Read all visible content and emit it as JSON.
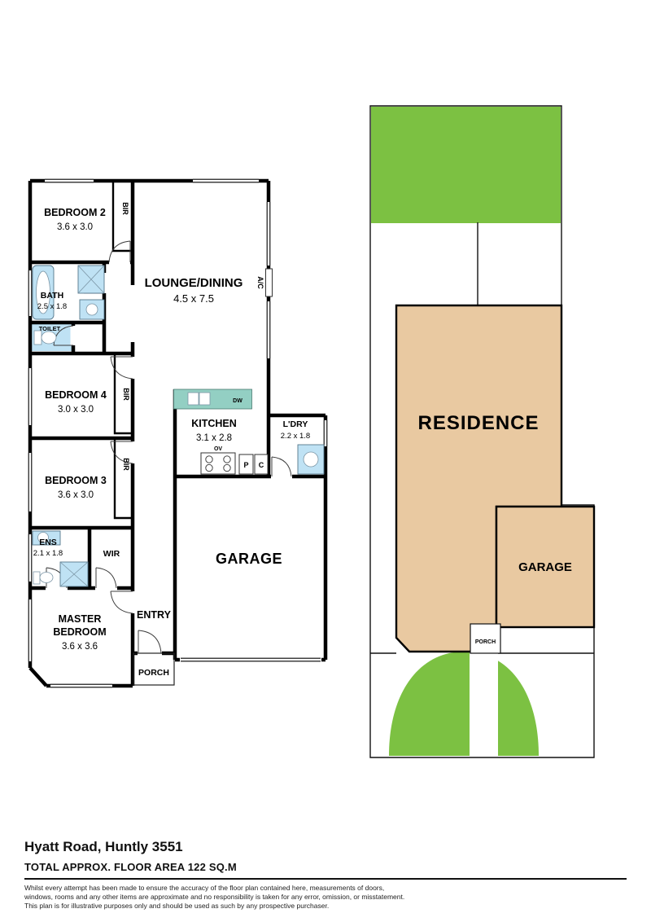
{
  "rooms": {
    "bedroom2": {
      "name": "BEDROOM 2",
      "dims": "3.6 x 3.0"
    },
    "lounge": {
      "name": "LOUNGE/DINING",
      "dims": "4.5 x 7.5"
    },
    "bath": {
      "name": "BATH",
      "dims": "2.5 x 1.8"
    },
    "toilet": {
      "name": "TOILET"
    },
    "bedroom4": {
      "name": "BEDROOM 4",
      "dims": "3.0 x 3.0"
    },
    "kitchen": {
      "name": "KITCHEN",
      "dims": "3.1 x 2.8"
    },
    "laundry": {
      "name": "L'DRY",
      "dims": "2.2 x 1.8"
    },
    "bedroom3": {
      "name": "BEDROOM 3",
      "dims": "3.6 x 3.0"
    },
    "ensuite": {
      "name": "ENS",
      "dims": "2.1 x 1.8"
    },
    "wir": {
      "name": "WIR"
    },
    "master": {
      "line1": "MASTER",
      "line2": "BEDROOM",
      "dims": "3.6 x 3.6"
    },
    "entry": {
      "name": "ENTRY"
    },
    "porch": {
      "name": "PORCH"
    },
    "garage": {
      "name": "GARAGE"
    }
  },
  "fixtures": {
    "bir": "BIR",
    "ac": "A/C",
    "dw": "DW",
    "ov": "OV",
    "pantry": "P",
    "cupboard": "C"
  },
  "siteplan": {
    "residence": "RESIDENCE",
    "garage": "GARAGE",
    "porch": "PORCH"
  },
  "footer": {
    "address": "Hyatt Road, Huntly 3551",
    "area": "TOTAL APPROX. FLOOR AREA 122 SQ.M",
    "disclaimer_lines": [
      "Whilst every attempt has been made to ensure the accuracy of the floor plan contained here, measurements of doors,",
      "windows, rooms and any other items are approximate and no responsibility is taken for any error, omission, or misstatement.",
      "This plan is for illustrative purposes only and should be used as such by any prospective purchaser."
    ]
  },
  "colors": {
    "wall": "#000000",
    "wet_area_blue": "#bfe2f4",
    "bench_teal": "#93cfc3",
    "site_green": "#7cc142",
    "site_tan": "#e9c9a1"
  }
}
